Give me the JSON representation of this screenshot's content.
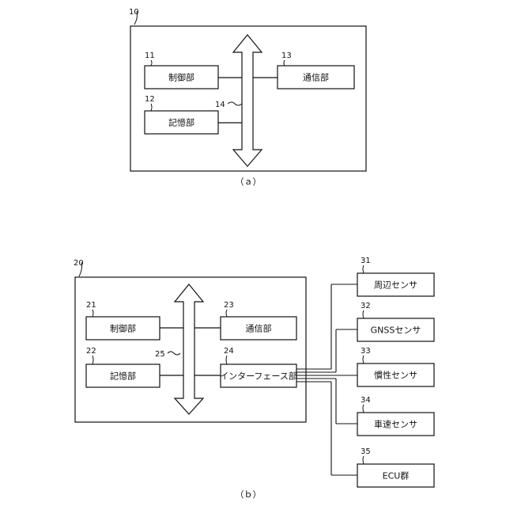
{
  "figure_a": {
    "ref": "10",
    "arrow_ref": "14",
    "caption": "（ａ）",
    "boxes": {
      "control": {
        "ref": "11",
        "label": "制御部"
      },
      "storage": {
        "ref": "12",
        "label": "記憶部"
      },
      "comm": {
        "ref": "13",
        "label": "通信部"
      }
    }
  },
  "figure_b": {
    "ref": "20",
    "arrow_ref": "25",
    "caption": "（ｂ）",
    "boxes": {
      "control": {
        "ref": "21",
        "label": "制御部"
      },
      "storage": {
        "ref": "22",
        "label": "記憶部"
      },
      "comm": {
        "ref": "23",
        "label": "通信部"
      },
      "interface": {
        "ref": "24",
        "label": "インターフェース部"
      }
    },
    "sensors": [
      {
        "ref": "31",
        "label": "周辺センサ"
      },
      {
        "ref": "32",
        "label": "GNSSセンサ"
      },
      {
        "ref": "33",
        "label": "慣性センサ"
      },
      {
        "ref": "34",
        "label": "車速センサ"
      },
      {
        "ref": "35",
        "label": "ECU群"
      }
    ]
  }
}
